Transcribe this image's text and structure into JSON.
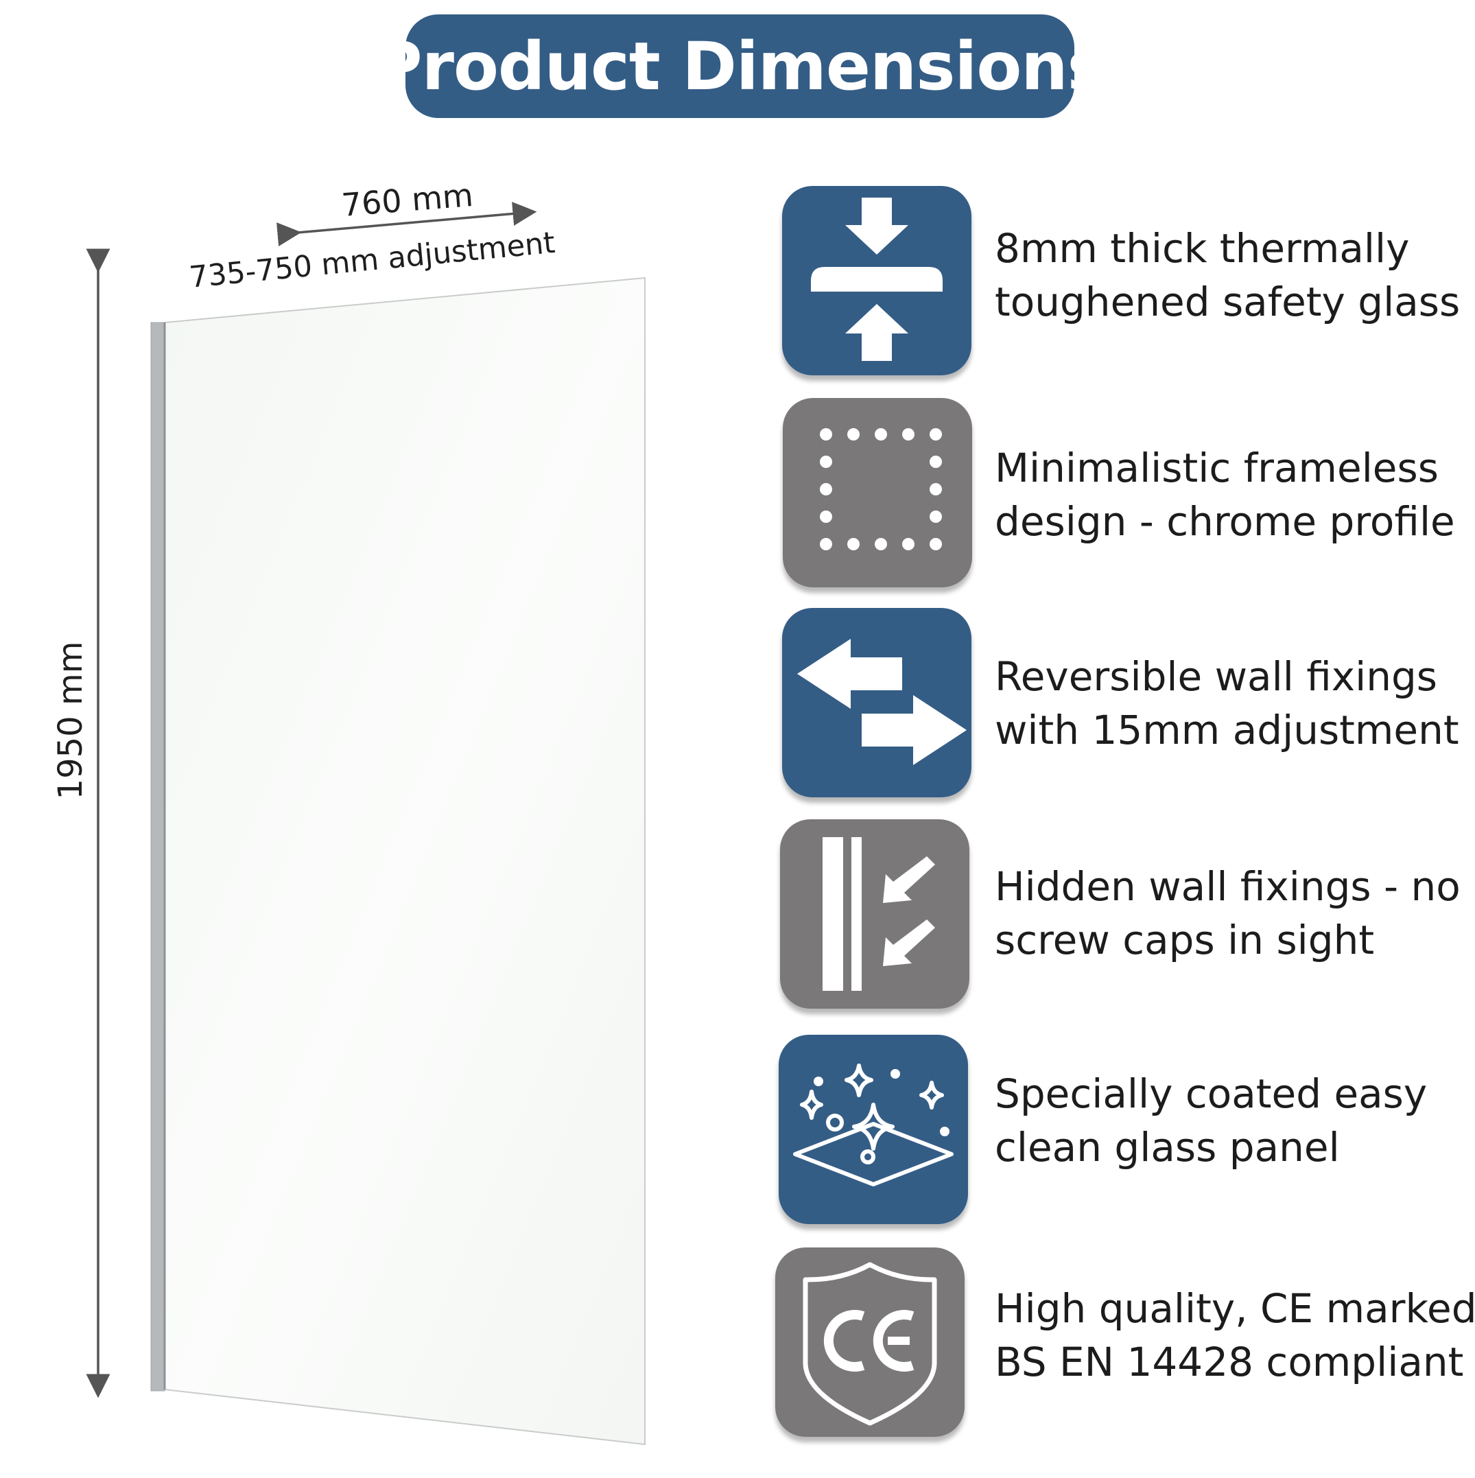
{
  "title": "Product Dimensions",
  "dimensions": {
    "width": "760 mm",
    "adjustment": "735-750 mm adjustment",
    "height": "1950 mm"
  },
  "features": [
    {
      "icon": "compress-arrows-icon",
      "color": "#345d86",
      "line1": "8mm thick thermally",
      "line2": "toughened safety glass"
    },
    {
      "icon": "dotted-frame-icon",
      "color": "#7b7879",
      "line1": "Minimalistic frameless",
      "line2": "design - chrome profile"
    },
    {
      "icon": "reverse-arrows-icon",
      "color": "#345d86",
      "line1": "Reversible wall fixings",
      "line2": "with 15mm adjustment"
    },
    {
      "icon": "hidden-fixings-icon",
      "color": "#7b7879",
      "line1": "Hidden wall fixings - no",
      "line2": "screw caps in sight"
    },
    {
      "icon": "sparkle-clean-icon",
      "color": "#345d86",
      "line1": "Specially coated easy",
      "line2": "clean glass panel"
    },
    {
      "icon": "ce-shield-icon",
      "color": "#7b7879",
      "line1": "High quality, CE marked",
      "line2": "BS EN 14428 compliant"
    }
  ]
}
